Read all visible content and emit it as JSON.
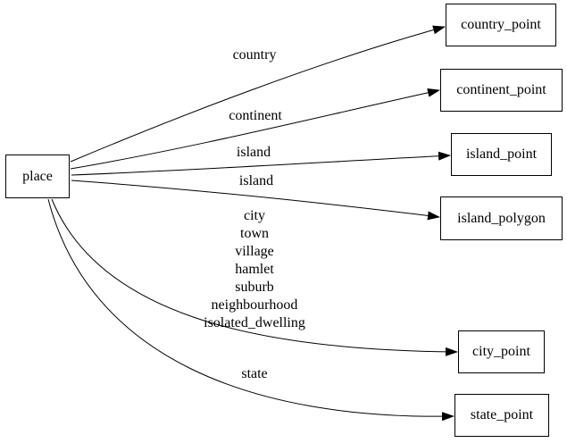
{
  "diagram": {
    "colors": {
      "background": "#ffffff",
      "node_border": "#000000",
      "edge": "#000000",
      "text": "#000000"
    },
    "nodes": [
      {
        "id": "place",
        "label": "place"
      },
      {
        "id": "country_point",
        "label": "country_point"
      },
      {
        "id": "continent_point",
        "label": "continent_point"
      },
      {
        "id": "island_point",
        "label": "island_point"
      },
      {
        "id": "island_polygon",
        "label": "island_polygon"
      },
      {
        "id": "city_point",
        "label": "city_point"
      },
      {
        "id": "state_point",
        "label": "state_point"
      }
    ],
    "edges": [
      {
        "from": "place",
        "to": "country_point",
        "label": "country"
      },
      {
        "from": "place",
        "to": "continent_point",
        "label": "continent"
      },
      {
        "from": "place",
        "to": "island_point",
        "label": "island"
      },
      {
        "from": "place",
        "to": "island_polygon",
        "label": "island"
      },
      {
        "from": "place",
        "to": "city_point",
        "label_lines": [
          "city",
          "town",
          "village",
          "hamlet",
          "suburb",
          "neighbourhood",
          "isolated_dwelling"
        ]
      },
      {
        "from": "place",
        "to": "state_point",
        "label": "state"
      }
    ]
  }
}
